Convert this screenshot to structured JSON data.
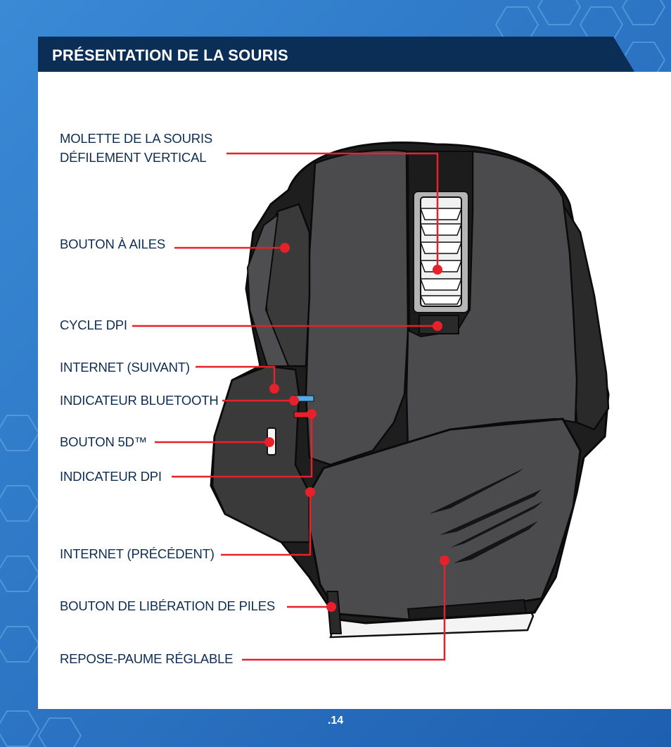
{
  "header": {
    "title": "PRÉSENTATION DE LA SOURIS"
  },
  "labels": {
    "scroll_wheel_line1": "MOLETTE DE LA SOURIS",
    "scroll_wheel_line2": "DÉFILEMENT VERTICAL",
    "wing_button": "BOUTON À AILES",
    "dpi_cycle": "CYCLE DPI",
    "internet_next": "INTERNET (SUIVANT)",
    "bluetooth_indicator": "INDICATEUR BLUETOOTH",
    "button_5d": "BOUTON 5D™",
    "dpi_indicator": "INDICATEUR DPI",
    "internet_prev": "INTERNET (PRÉCÉDENT)",
    "battery_release": "BOUTON DE LIBÉRATION DE PILES",
    "palm_rest": "REPOSE-PAUME RÉGLABLE"
  },
  "footer": {
    "page_number": ".14"
  },
  "colors": {
    "header_bar": "#0b2e57",
    "background_blue": "#2a74c4",
    "callout_red": "#e8202a",
    "label_text": "#0d2d52"
  }
}
